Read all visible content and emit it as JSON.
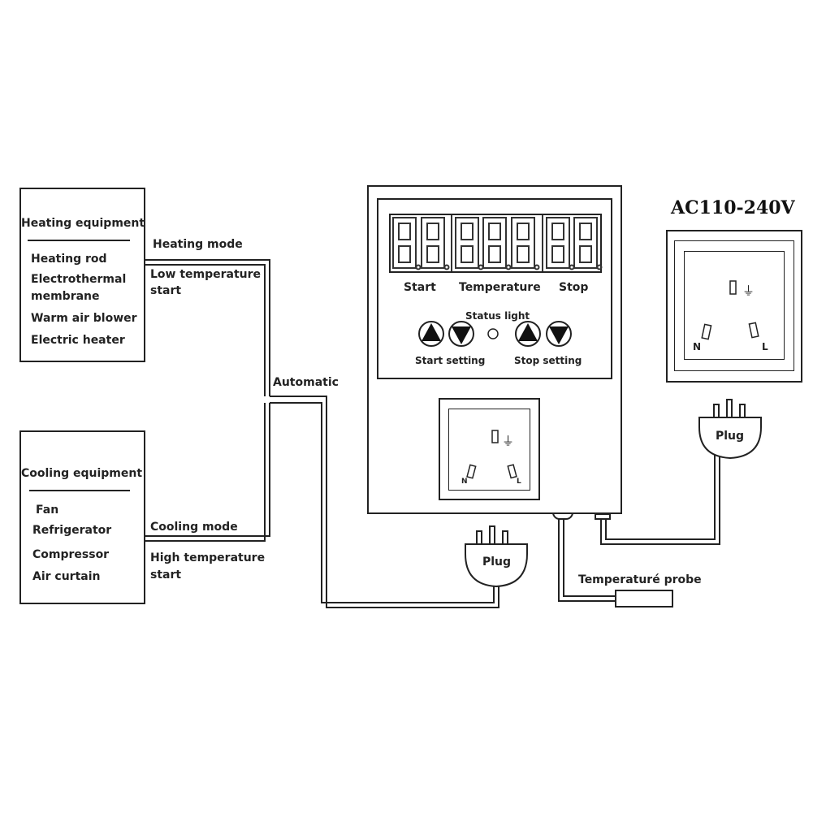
{
  "heating": {
    "title": "Heating equipment",
    "items": [
      "Heating rod",
      "Electrothermal",
      "membrane",
      "Warm air blower",
      "Electric heater"
    ]
  },
  "cooling": {
    "title": "Cooling equipment",
    "items": [
      "Fan",
      "Refrigerator",
      "Compressor",
      "Air curtain"
    ]
  },
  "modes": {
    "heating_mode": "Heating  mode",
    "low_temp_1": "Low temperature",
    "low_temp_2": "start",
    "cooling_mode": "Cooling mode",
    "high_temp_1": "High temperature",
    "high_temp_2": "start",
    "automatic": "Automatic"
  },
  "controller": {
    "display_labels": {
      "start": "Start",
      "temperature": "Temperature",
      "stop": "Stop"
    },
    "status_light": "Status light",
    "start_setting": "Start setting",
    "stop_setting": "Stop setting"
  },
  "socket_labels": {
    "n": "N",
    "l": "L",
    "ground": "⏚"
  },
  "plug_label": "Plug",
  "power_label": "AC110-240V",
  "probe_label": "Temperaturé probe"
}
